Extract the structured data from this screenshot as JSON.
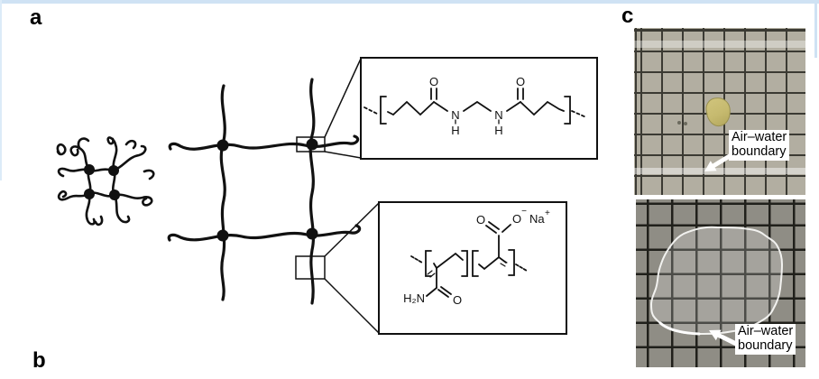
{
  "panel_labels": {
    "a": "a",
    "b": "b",
    "c": "c"
  },
  "colors": {
    "frame_blue": "#cfe2f4",
    "ink": "#111111",
    "photo_top_bg": "#b2aea1",
    "photo_top_grid": "#3b3a33",
    "photo_bottom_bg": "#8f8d85",
    "photo_bottom_grid": "#20201b",
    "gel_yellow": "#c6ba6f"
  },
  "chem_top": {
    "o_left": "O",
    "o_right": "O",
    "n_left": "N",
    "n_right": "N",
    "h_left": "H",
    "h_right": "H"
  },
  "chem_bottom": {
    "h2n": "H₂N",
    "o_amide": "O",
    "o_double": "O",
    "o_single": "O",
    "minus": "−",
    "na": "Na",
    "plus": "+"
  },
  "photo_annotations": {
    "top": {
      "line1": "Air–water",
      "line2": "boundary"
    },
    "bottom": {
      "line1": "Air–water",
      "line2": "boundary"
    }
  }
}
